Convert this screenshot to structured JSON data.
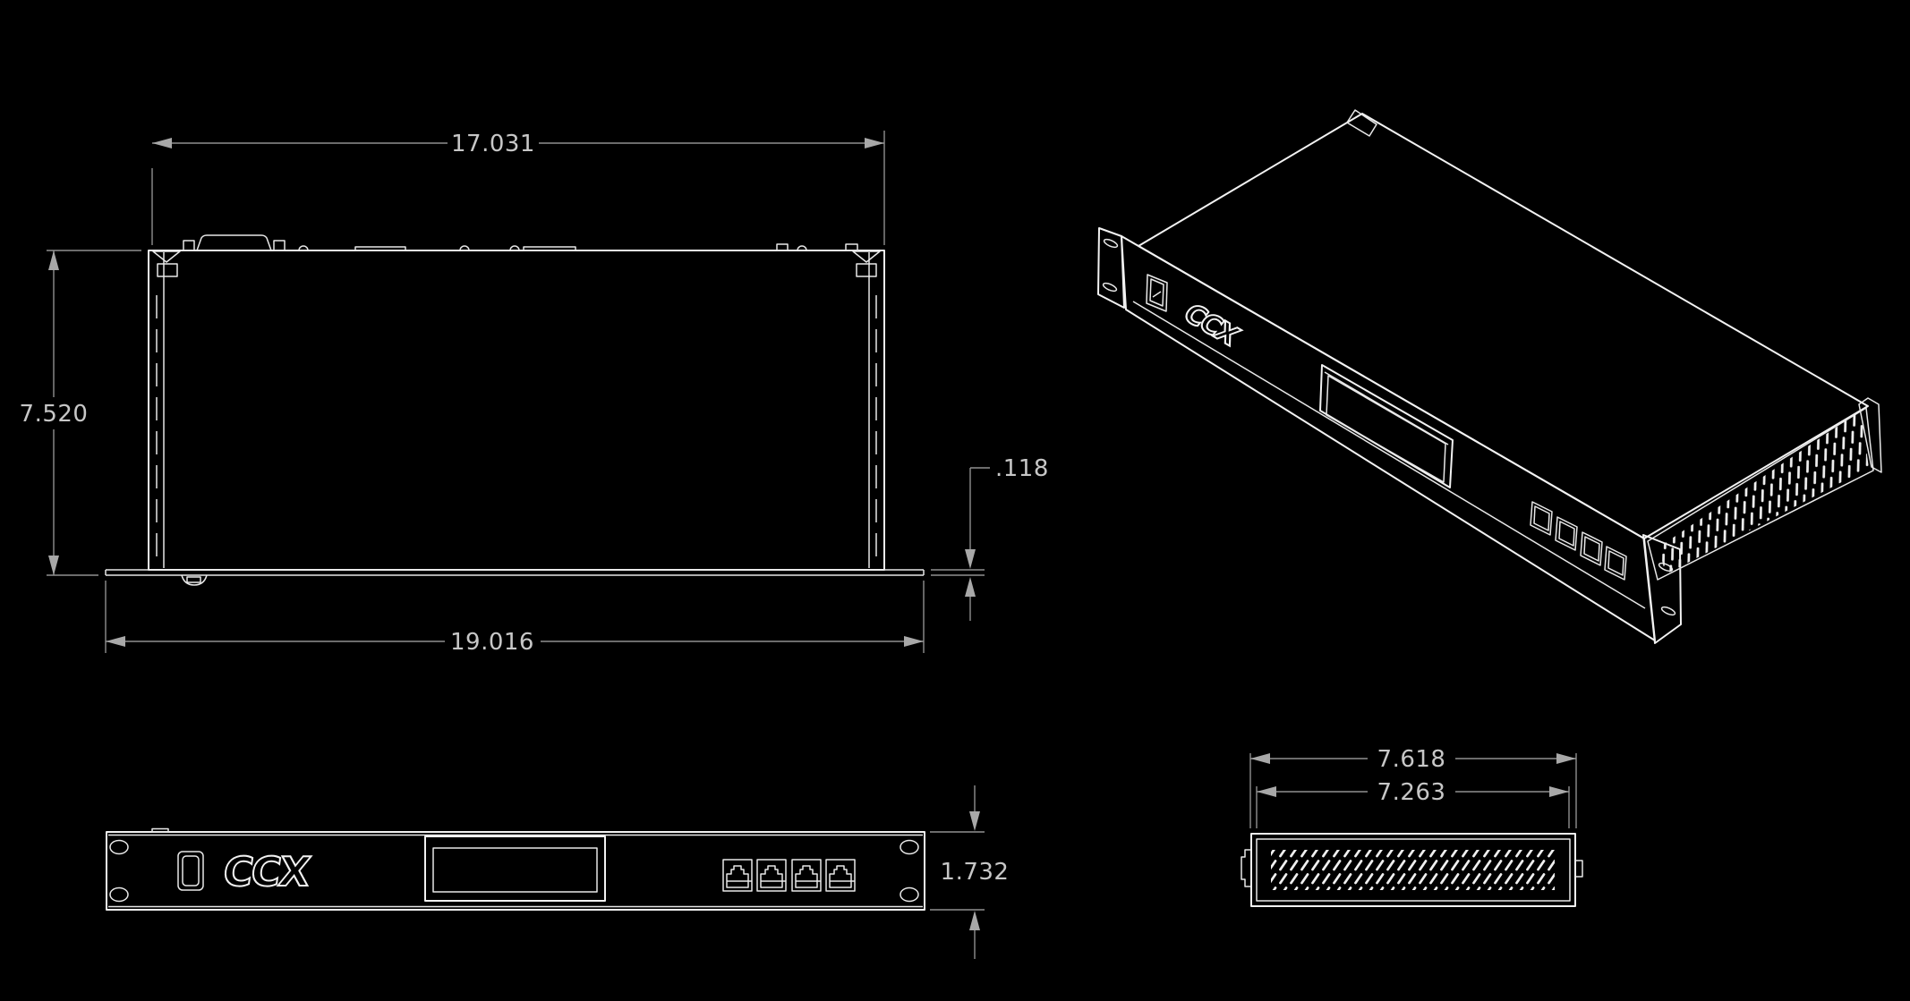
{
  "background": "#000000",
  "colors": {
    "part_line": "#f2f2f2",
    "dimension_line": "#8f8f8f",
    "dimension_text": "#c7c7c7"
  },
  "logo": {
    "text": "CCX"
  },
  "drawing": {
    "type": "mechanical-dimension-drawing",
    "unit_style": "inches",
    "views": {
      "top_view": {
        "label": "top-view",
        "dimensions": {
          "chassis_width": "17.031",
          "depth": "7.520",
          "flange_width": "19.016",
          "flange_thickness": ".118"
        }
      },
      "front_view": {
        "label": "front-view",
        "dimensions": {
          "panel_height": "1.732"
        },
        "ethernet_ports": 4,
        "ear_holes_per_side": 2
      },
      "rear_detail_view": {
        "label": "rear-vent-view",
        "dimensions": {
          "outer_width": "7.618",
          "vent_width": "7.263"
        }
      },
      "isometric_view": {
        "label": "isometric-view",
        "ethernet_ports": 4
      }
    }
  }
}
